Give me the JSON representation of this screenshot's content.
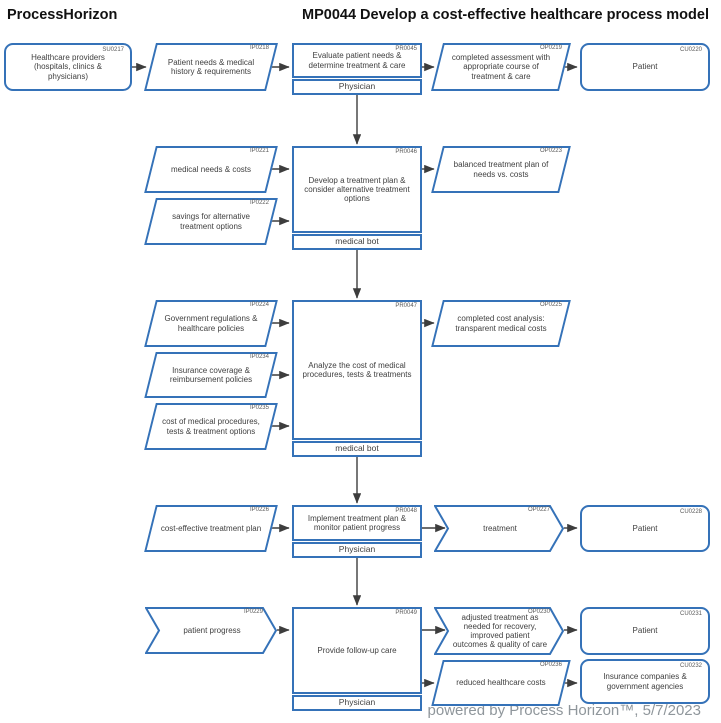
{
  "header": {
    "brand": "ProcessHorizon",
    "title": "MP0044 Develop a cost-effective healthcare process model"
  },
  "footer": {
    "credit": "powered by Process Horizon™, 5/7/2023"
  },
  "colors": {
    "shape_border": "#3572b8",
    "shape_text": "#3f3f3f",
    "arrow": "#3d3d3d",
    "footer_text": "#8f969b"
  },
  "shapes": {
    "su0217": {
      "code": "SU0217",
      "label": "Healthcare providers (hospitals, clinics & physicians)"
    },
    "ip0218": {
      "code": "IP0218",
      "label": "Patient needs & medical history & requirements"
    },
    "pr0045": {
      "code": "PR0045",
      "label": "Evaluate patient needs & determine treatment & care",
      "actor": "Physician"
    },
    "op0219": {
      "code": "OP0219",
      "label": "completed assessment with appropriate course of treatment & care"
    },
    "cu0220": {
      "code": "CU0220",
      "label": "Patient"
    },
    "ip0221": {
      "code": "IP0221",
      "label": "medical needs & costs"
    },
    "ip0222": {
      "code": "IP0222",
      "label": "savings for alternative treatment options"
    },
    "pr0046": {
      "code": "PR0046",
      "label": "Develop a treatment plan & consider alternative treatment options",
      "actor": "medical bot"
    },
    "op0223": {
      "code": "OP0223",
      "label": "balanced treatment plan of needs vs. costs"
    },
    "ip0224": {
      "code": "IP0224",
      "label": "Government regulations & healthcare policies"
    },
    "ip0234": {
      "code": "IP0234",
      "label": "Insurance coverage & reimbursement policies"
    },
    "ip0235": {
      "code": "IP0235",
      "label": "cost of medical procedures, tests & treatment options"
    },
    "pr0047": {
      "code": "PR0047",
      "label": "Analyze the cost of medical procedures, tests & treatments",
      "actor": "medical bot"
    },
    "op0225": {
      "code": "OP0225",
      "label": "completed cost analysis: transparent medical costs"
    },
    "ip0226": {
      "code": "IP0226",
      "label": "cost-effective treatment plan"
    },
    "pr0048": {
      "code": "PR0048",
      "label": "Implement treatment plan & monitor patient progress",
      "actor": "Physician"
    },
    "op0227": {
      "code": "OP0227",
      "label": "treatment"
    },
    "cu0228": {
      "code": "CU0228",
      "label": "Patient"
    },
    "ip0229": {
      "code": "IP0229",
      "label": "patient progress"
    },
    "pr0049": {
      "code": "PR0049",
      "label": "Provide follow-up care",
      "actor": "Physician"
    },
    "op0230": {
      "code": "OP0230",
      "label": "adjusted treatment as needed for recovery, improved patient outcomes & quality of care"
    },
    "op0236": {
      "code": "OP0236",
      "label": "reduced healthcare costs"
    },
    "cu0231": {
      "code": "CU0231",
      "label": "Patient"
    },
    "cu0232": {
      "code": "CU0232",
      "label": "Insurance companies & government agencies"
    }
  },
  "edges": [
    {
      "from": "SU0217",
      "to": "IP0218"
    },
    {
      "from": "IP0218",
      "to": "PR0045"
    },
    {
      "from": "PR0045",
      "to": "OP0219"
    },
    {
      "from": "OP0219",
      "to": "CU0220"
    },
    {
      "from": "PR0045",
      "to": "PR0046"
    },
    {
      "from": "IP0221",
      "to": "PR0046"
    },
    {
      "from": "IP0222",
      "to": "PR0046"
    },
    {
      "from": "PR0046",
      "to": "OP0223"
    },
    {
      "from": "PR0046",
      "to": "PR0047"
    },
    {
      "from": "IP0224",
      "to": "PR0047"
    },
    {
      "from": "IP0234",
      "to": "PR0047"
    },
    {
      "from": "IP0235",
      "to": "PR0047"
    },
    {
      "from": "PR0047",
      "to": "OP0225"
    },
    {
      "from": "PR0047",
      "to": "PR0048"
    },
    {
      "from": "IP0226",
      "to": "PR0048"
    },
    {
      "from": "PR0048",
      "to": "OP0227"
    },
    {
      "from": "OP0227",
      "to": "CU0228"
    },
    {
      "from": "PR0048",
      "to": "PR0049"
    },
    {
      "from": "IP0229",
      "to": "PR0049"
    },
    {
      "from": "PR0049",
      "to": "OP0230"
    },
    {
      "from": "OP0230",
      "to": "CU0231"
    },
    {
      "from": "PR0049",
      "to": "OP0236"
    },
    {
      "from": "OP0236",
      "to": "CU0232"
    }
  ]
}
